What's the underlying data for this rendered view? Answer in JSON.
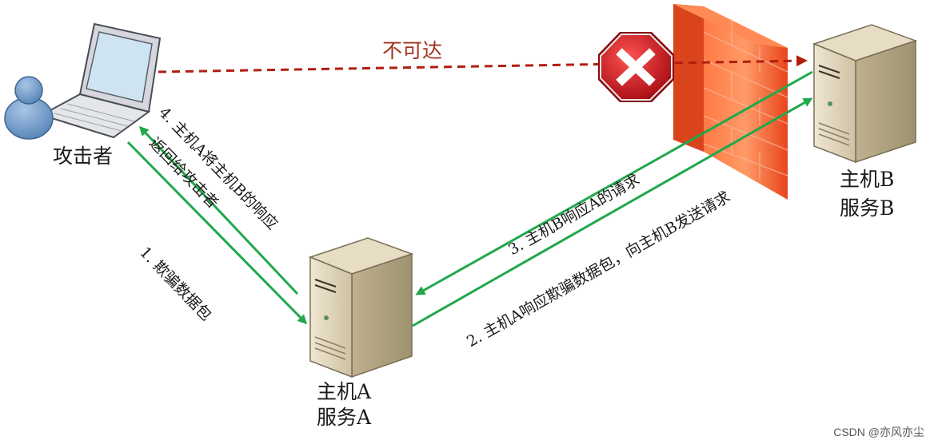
{
  "labels": {
    "attacker": "攻击者",
    "host_a_line1": "主机A",
    "host_a_line2": "服务A",
    "host_b_line1": "主机B",
    "host_b_line2": "服务B",
    "unreachable": "不可达",
    "step1": "1. 欺骗数据包",
    "step2": "2. 主机A响应欺骗数据包，向主机B发送请求",
    "step3": "3. 主机B响应A的请求",
    "step4_line1": "4. 主机A将主机B的响应",
    "step4_line2": "返回给攻击者"
  },
  "watermark": "CSDN @亦风亦尘",
  "colors": {
    "arrow_green": "#21a84a",
    "dashed_red": "#b01e0e",
    "firewall": "#f25a2a",
    "error_red": "#c8161d",
    "server_body": "#d8ccb2"
  },
  "icons": [
    "laptop-icon",
    "user-icon",
    "server-icon",
    "firewall-icon",
    "error-icon"
  ]
}
